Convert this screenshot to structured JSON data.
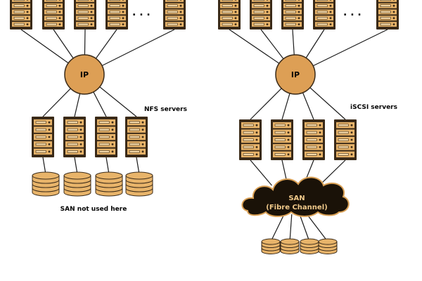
{
  "left_network": {
    "hub_label": "IP",
    "client_ellipsis": ". . .",
    "server_group_label": "NFS servers",
    "footer_note": "SAN not used here"
  },
  "right_network": {
    "hub_label": "IP",
    "client_ellipsis": ". . .",
    "server_group_label": "iSCSI servers",
    "san_label": "SAN",
    "san_sublabel": "(Fibre Channel)"
  },
  "colors": {
    "device_fill": "#e8b46a",
    "device_frame": "#3a2a18",
    "slot_fill": "#f6d9a8",
    "hub_fill": "#dd9f55",
    "cloud_fill": "#1a1208",
    "cloud_stroke": "#d9a055",
    "link_stroke": "#1a1a1a"
  }
}
